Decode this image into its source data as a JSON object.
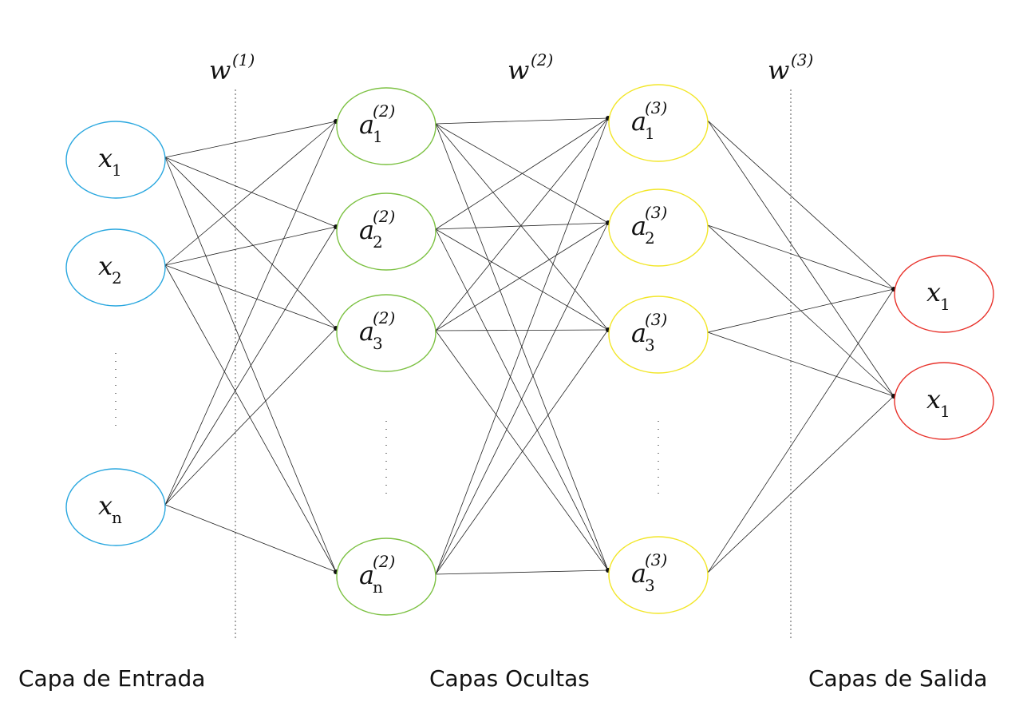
{
  "weights": [
    {
      "base": "w",
      "sup": "(1)"
    },
    {
      "base": "w",
      "sup": "(2)"
    },
    {
      "base": "w",
      "sup": "(3)"
    }
  ],
  "layers": [
    {
      "id": "input",
      "color": "#29a7df",
      "nodes": [
        {
          "base": "x",
          "sub": "1"
        },
        {
          "base": "x",
          "sub": "2"
        },
        {
          "base": "x",
          "sub": "n"
        }
      ]
    },
    {
      "id": "hidden1",
      "color": "#7cc142",
      "nodes": [
        {
          "base": "a",
          "sub": "1",
          "sup": "(2)"
        },
        {
          "base": "a",
          "sub": "2",
          "sup": "(2)"
        },
        {
          "base": "a",
          "sub": "3",
          "sup": "(2)"
        },
        {
          "base": "a",
          "sub": "n",
          "sup": "(2)"
        }
      ]
    },
    {
      "id": "hidden2",
      "color": "#f2e627",
      "nodes": [
        {
          "base": "a",
          "sub": "1",
          "sup": "(3)"
        },
        {
          "base": "a",
          "sub": "2",
          "sup": "(3)"
        },
        {
          "base": "a",
          "sub": "3",
          "sup": "(3)"
        },
        {
          "base": "a",
          "sub": "3",
          "sup": "(3)"
        }
      ]
    },
    {
      "id": "output",
      "color": "#e8322b",
      "nodes": [
        {
          "base": "x",
          "sub": "1"
        },
        {
          "base": "x",
          "sub": "1"
        }
      ]
    }
  ],
  "captions": {
    "input": "Capa de Entrada",
    "hidden": "Capas Ocultas",
    "output": "Capas de Salida"
  }
}
